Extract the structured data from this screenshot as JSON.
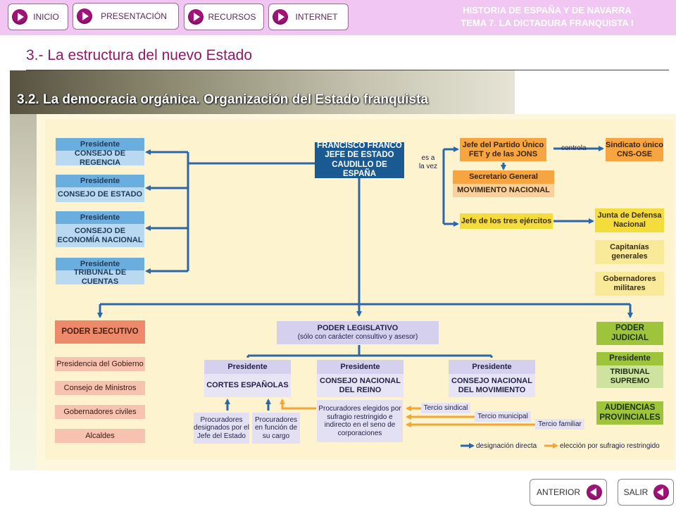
{
  "nav": {
    "inicio": "INICIO",
    "presentacion": "PRESENTACIÓN",
    "recursos": "RECURSOS",
    "internet": "INTERNET",
    "course_line1": "HISTORIA DE ESPAÑA Y DE NAVARRA",
    "course_line2": "TEMA 7. LA DICTADURA FRANQUISTA I"
  },
  "section_title": "3.- La estructura del nuevo Estado",
  "subheading": "3.2. La democracia orgánica. Organización del Estado franquista",
  "diagram": {
    "franco": [
      "FRANCISCO FRANCO",
      "JEFE DE ESTADO",
      "CAUDILLO DE ESPAÑA"
    ],
    "es_a_la_vez": [
      "es a",
      "la vez"
    ],
    "councils": [
      {
        "head": "Presidente",
        "body": "CONSEJO DE REGENCIA"
      },
      {
        "head": "Presidente",
        "body": "CONSEJO DE ESTADO"
      },
      {
        "head": "Presidente",
        "body": "CONSEJO DE ECONOMÍA NACIONAL"
      },
      {
        "head": "Presidente",
        "body": "TRIBUNAL DE CUENTAS"
      }
    ],
    "jefe_partido": "Jefe del Partido Único FET y de las JONS",
    "controla": "controla",
    "sindicato": "Sindicato único CNS-OSE",
    "secretario": "Secretario General",
    "movimiento": "MOVIMIENTO NACIONAL",
    "jefe_ejercitos": "Jefe de los tres ejércitos",
    "junta": "Junta de Defensa Nacional",
    "capitanias": "Capitanías generales",
    "gobernadores_militares": "Gobernadores militares",
    "poder_ejecutivo": "PODER EJECUTIVO",
    "ejecutivo_items": [
      "Presidencia del Gobierno",
      "Consejo de Ministros",
      "Gobernadores civiles",
      "Alcaldes"
    ],
    "poder_legislativo": "PODER LEGISLATIVO",
    "legislativo_note": "(sólo con carácter consultivo y asesor)",
    "legislativo_bodies": [
      {
        "head": "Presidente",
        "body": "CORTES ESPAÑOLAS"
      },
      {
        "head": "Presidente",
        "body": "CONSEJO NACIONAL DEL REINO"
      },
      {
        "head": "Presidente",
        "body": "CONSEJO NACIONAL DEL MOVIMIENTO"
      }
    ],
    "procuradores_designados": "Procuradores designados por el Jefe del Estado",
    "procuradores_cargo": "Procuradores en función de su cargo",
    "procuradores_elegidos": "Procuradores elegidos por sufragio restringido e indirecto en el seno de corporaciones",
    "tercios": [
      "Tercio sindical",
      "Tercio municipal",
      "Tercio familiar"
    ],
    "poder_judicial": "PODER JUDICIAL",
    "judicial_head": "Presidente",
    "tribunal_supremo": "TRIBUNAL SUPREMO",
    "audiencias": "AUDIENCIAS PROVINCIALES",
    "legend_blue": "designación directa",
    "legend_orange": "elección por sufragio restringido",
    "colors": {
      "blue_arrow": "#2a66a8",
      "orange_arrow": "#f3a535",
      "franco": "#1a5a92",
      "accent": "#8c1a6a"
    }
  },
  "footer": {
    "anterior": "ANTERIOR",
    "salir": "SALIR"
  }
}
